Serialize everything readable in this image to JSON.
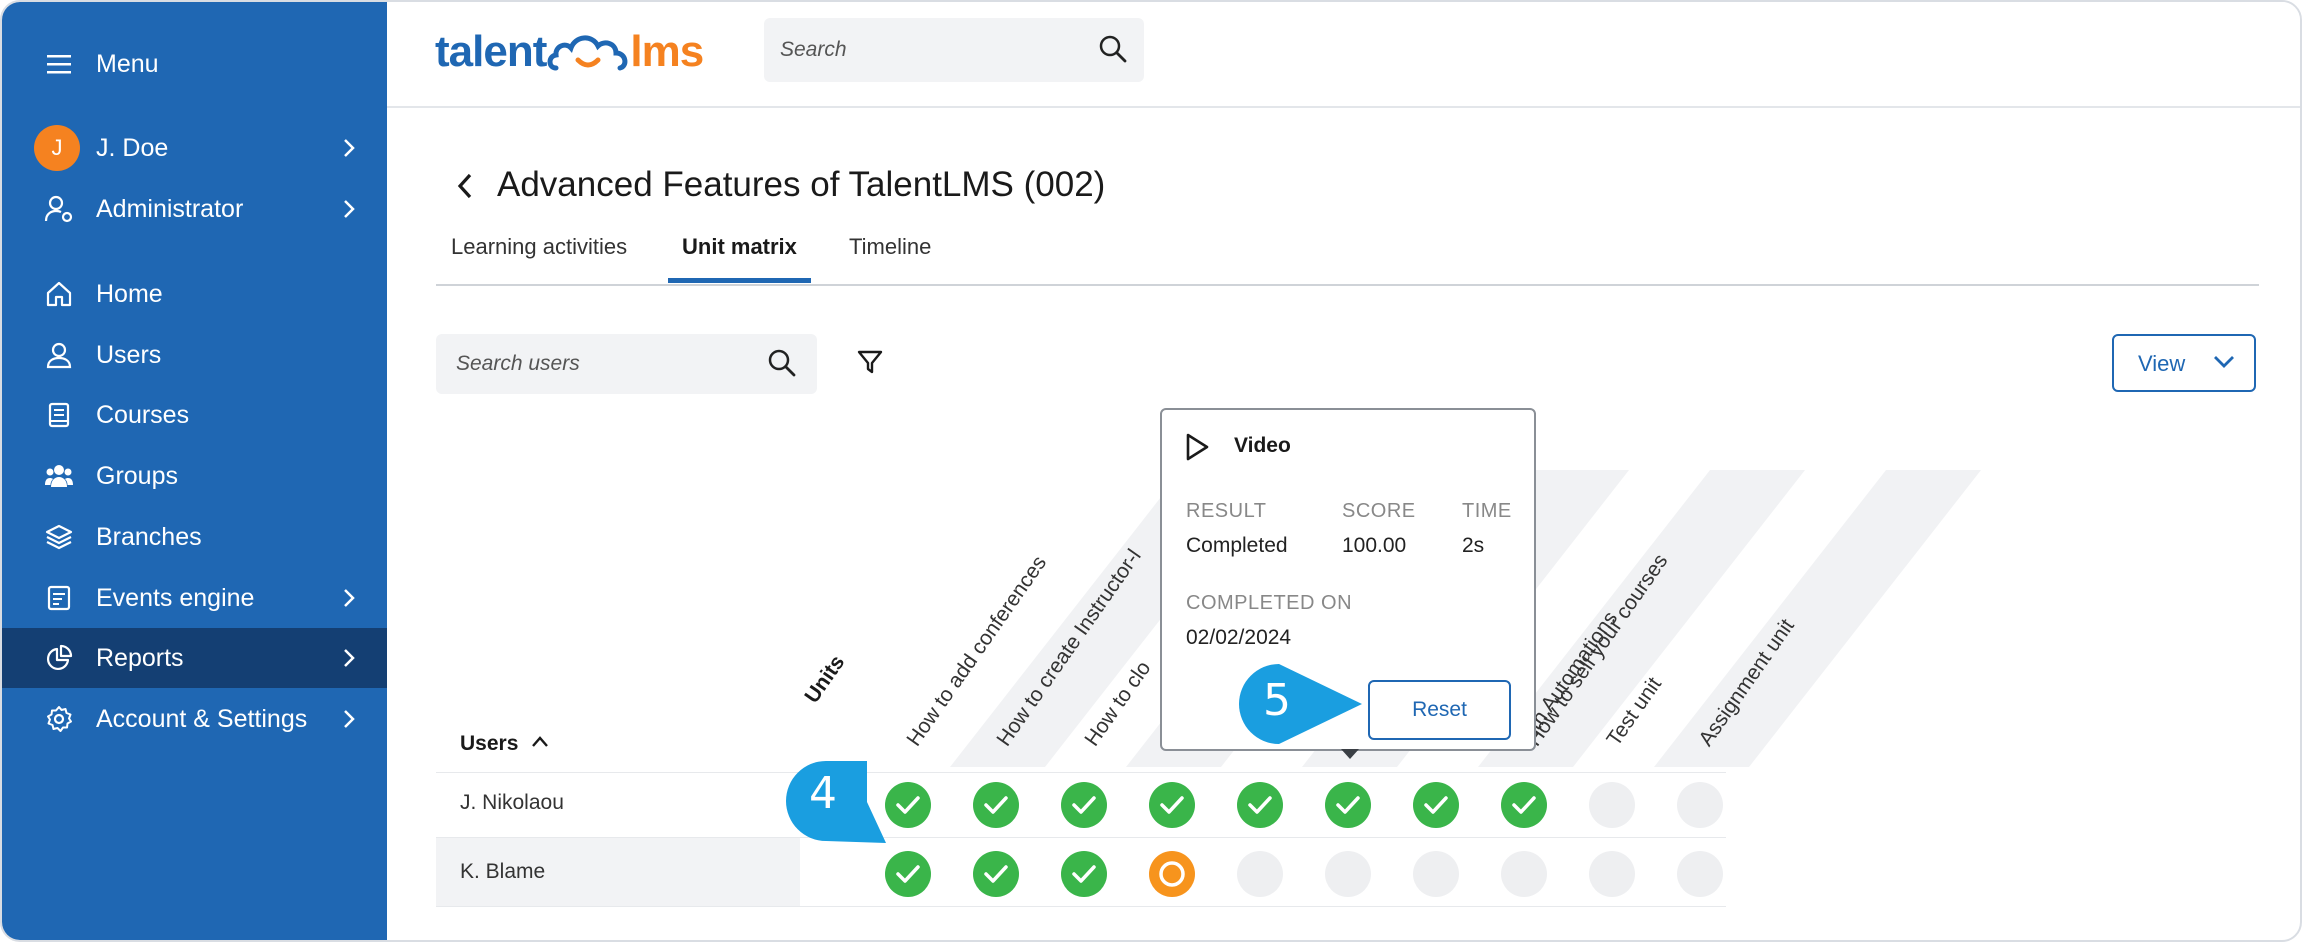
{
  "sidebar": {
    "menu_label": "Menu",
    "user_initial": "J",
    "user_name": "J. Doe",
    "role": "Administrator",
    "items": [
      {
        "label": "Home"
      },
      {
        "label": "Users"
      },
      {
        "label": "Courses"
      },
      {
        "label": "Groups"
      },
      {
        "label": "Branches"
      },
      {
        "label": "Events engine"
      },
      {
        "label": "Reports"
      },
      {
        "label": "Account & Settings"
      }
    ]
  },
  "header": {
    "logo_left": "talent",
    "logo_right": "lms",
    "search_placeholder": "Search"
  },
  "page": {
    "title": "Advanced Features of TalentLMS (002)",
    "tabs": [
      {
        "label": "Learning activities"
      },
      {
        "label": "Unit matrix"
      },
      {
        "label": "Timeline"
      }
    ],
    "search_users_placeholder": "Search users",
    "view_label": "View"
  },
  "matrix": {
    "units_header": "Units",
    "users_header": "Users",
    "units": [
      "How to add conferences",
      "How to create Instructor-l",
      "How to clo",
      "",
      "",
      "with Automations",
      "How to sell your courses",
      "Test unit",
      "Assignment unit"
    ],
    "rows": [
      {
        "name": "J. Nikolaou",
        "cells": [
          "done",
          "done",
          "done",
          "done",
          "done",
          "done",
          "done",
          "done",
          "empty",
          "empty"
        ]
      },
      {
        "name": "K. Blame",
        "cells": [
          "done",
          "done",
          "done",
          "prog",
          "empty",
          "empty",
          "empty",
          "empty",
          "empty",
          "empty"
        ]
      }
    ]
  },
  "popup": {
    "type": "Video",
    "result_label": "RESULT",
    "result_value": "Completed",
    "score_label": "SCORE",
    "score_value": "100.00",
    "time_label": "TIME",
    "time_value": "2s",
    "completed_label": "COMPLETED ON",
    "completed_value": "02/02/2024",
    "reset_label": "Reset"
  },
  "callouts": {
    "first": "4",
    "second": "5"
  },
  "colors": {
    "sidebar": "#1f67b3",
    "sidebar_active": "#143f73",
    "accent": "#f58220",
    "complete": "#3ab54a",
    "in_progress": "#f7941d",
    "callout": "#1a9ee0"
  }
}
